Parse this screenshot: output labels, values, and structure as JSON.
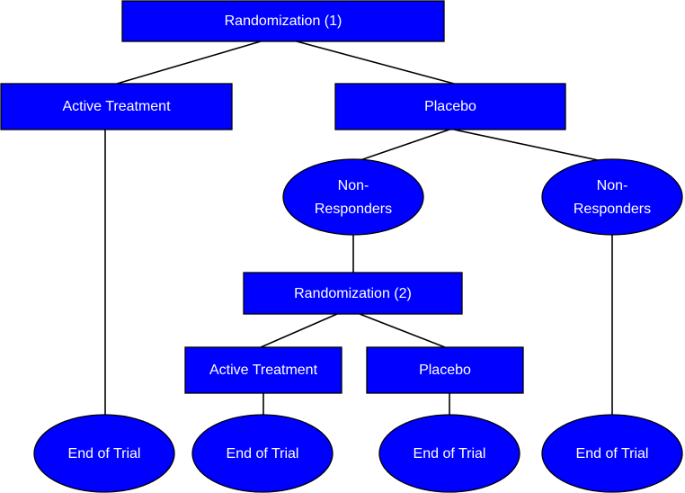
{
  "diagram": {
    "colors": {
      "node_fill": "#0000ff",
      "node_text": "#ffffff",
      "edge": "#000000"
    },
    "nodes": {
      "randomization_1": "Randomization (1)",
      "active_treatment_1": "Active Treatment",
      "placebo_1": "Placebo",
      "non_responders_left": [
        "Non-",
        "Responders"
      ],
      "non_responders_right": [
        "Non-",
        "Responders"
      ],
      "randomization_2": "Randomization (2)",
      "active_treatment_2": "Active Treatment",
      "placebo_2": "Placebo",
      "end_of_trial_1": "End of Trial",
      "end_of_trial_2": "End of Trial",
      "end_of_trial_3": "End of Trial",
      "end_of_trial_4": "End of Trial"
    }
  }
}
